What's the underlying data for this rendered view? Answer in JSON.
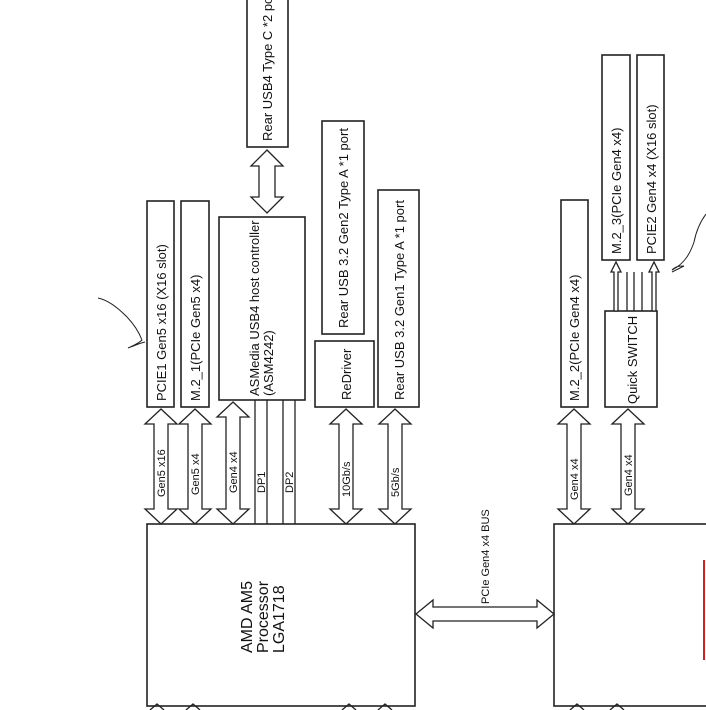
{
  "diagram": {
    "top_port": "Rear USB4 Type C *2 po",
    "slots": {
      "pcie1": "PCIE1 Gen5 x16  (X16 slot)",
      "m2_1": "M.2_1(PCIe Gen5 x4)",
      "usb4_controller_line1": "ASMedia USB4 host controller",
      "usb4_controller_line2": "(ASM4242)",
      "usb32_gen2": "Rear USB 3.2 Gen2 Type A *1 port",
      "redriver": "ReDriver",
      "usb32_gen1": "Rear USB 3.2 Gen1 Type A *1 port",
      "m2_2": "M.2_2(PCIe Gen4 x4)",
      "m2_3": "M.2_3(PCIe Gen4 x4)",
      "pcie2": "PCIE2 Gen4 x4  (X16 slot)",
      "quick_switch": "Quick  SWITCH"
    },
    "links": {
      "pcie1": "Gen5 x16",
      "m2_1": "Gen5 x4",
      "usb4_gen4": "Gen4 x4",
      "dp1": "DP1",
      "dp2": "DP2",
      "usb_10g": "10Gb/s",
      "usb_5g": "5Gb/s",
      "m2_2": "Gen4 x4",
      "quick_switch": "Gen4 x4"
    },
    "processor": {
      "line1": "AMD AM5",
      "line2": "Processor",
      "line3": "LGA1718"
    },
    "bus_label": "PCIe Gen4 x4 BUS",
    "colors": {
      "line": "#222222",
      "background": "#ffffff",
      "accent": "#d42020"
    }
  }
}
